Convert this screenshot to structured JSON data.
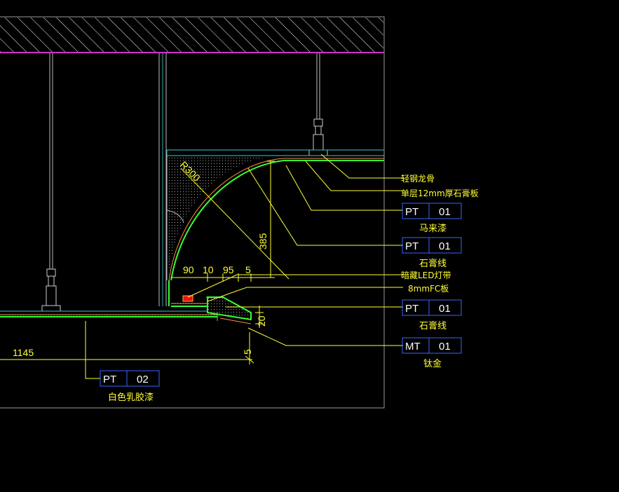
{
  "dimensions": {
    "radius": "R300",
    "height_385": "385",
    "w_90": "90",
    "w_10": "10",
    "w_95": "95",
    "w_5_top": "5",
    "w_1145": "1145",
    "h_20": "20",
    "h_5_bottom": "5"
  },
  "labels": {
    "light_steel_keel": "轻钢龙骨",
    "gypsum_board": "单层12mm厚石膏板",
    "led_strip": "暗藏LED灯带",
    "fc_board": "8mmFC板"
  },
  "tags": [
    {
      "code": "PT",
      "number": "01",
      "desc": "马来漆"
    },
    {
      "code": "PT",
      "number": "01",
      "desc": "石膏线"
    },
    {
      "code": "PT",
      "number": "01",
      "desc": "石膏线"
    },
    {
      "code": "MT",
      "number": "01",
      "desc": "钛金"
    },
    {
      "code": "PT",
      "number": "02",
      "desc": "白色乳胶漆"
    }
  ]
}
